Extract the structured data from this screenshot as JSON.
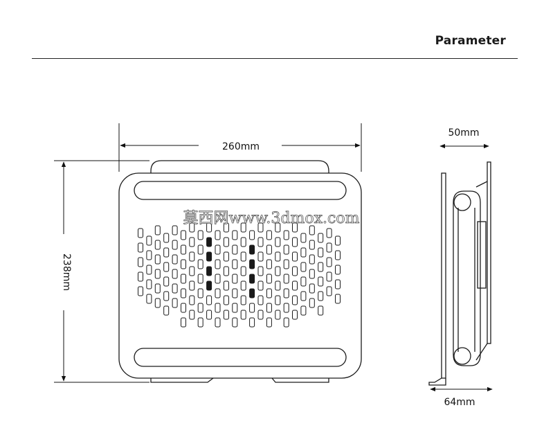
{
  "header": {
    "title": "Parameter"
  },
  "dimensions": {
    "width": "260mm",
    "height": "238mm",
    "depth_top": "50mm",
    "depth_bottom": "64mm"
  },
  "watermark": "莫西网www.3dmox.com",
  "colors": {
    "line": "#1a1a1a",
    "background": "#ffffff"
  }
}
